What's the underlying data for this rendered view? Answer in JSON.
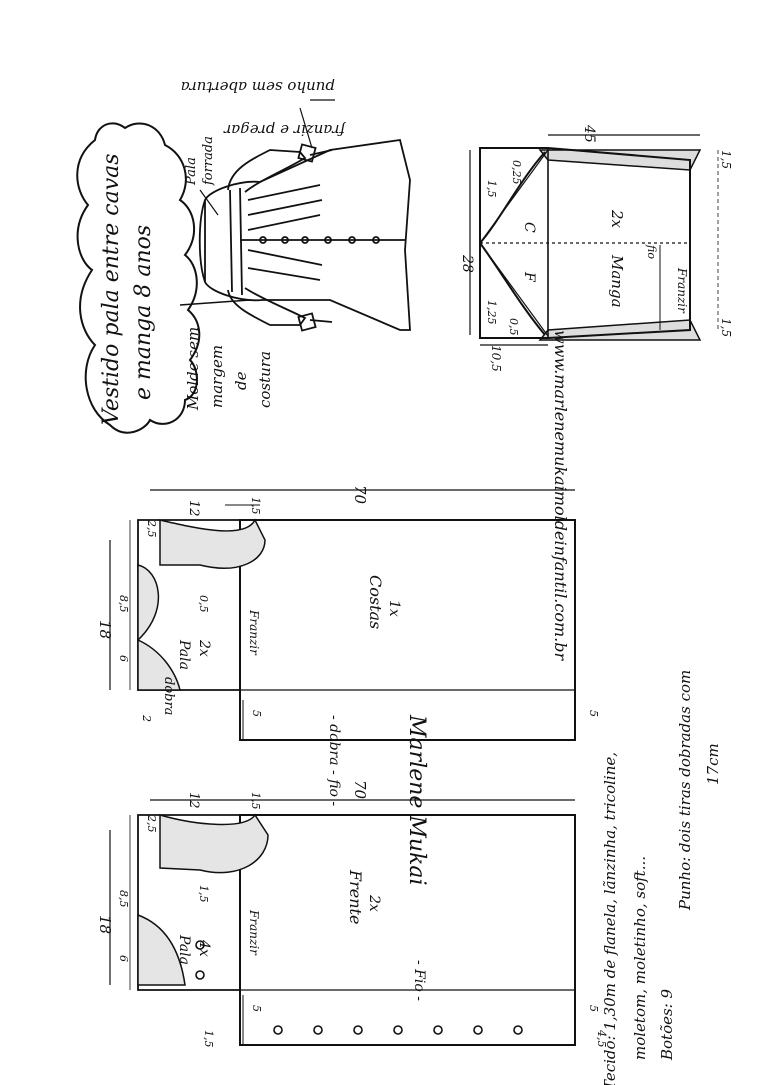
{
  "title": {
    "line1": "Vestido pala entre cavas",
    "line2": "e manga 8 anos"
  },
  "note_no_seam": [
    "Molde sem",
    "margem",
    "de",
    "costura"
  ],
  "website": "www.marlenemukaimoldeinfantil.com.br",
  "illustration_labels": {
    "pala_forrada": [
      "Pala",
      "forrada"
    ],
    "franzir": "franzir e pregar",
    "punho": "punho sem abertura"
  },
  "sleeve_pattern": {
    "dim_top": "45",
    "dim_height": "28",
    "dim_1_5_top": "1,5",
    "dim_1_5_bottom": "1,5",
    "dim_10_5": "10,5",
    "c": "C",
    "f": "F",
    "label": "Manga",
    "qty": "2x",
    "fio": "fio",
    "franzir": "Franzir",
    "m_1_5": "1,5",
    "m_0_25": "0,25",
    "m_1_25": "1,25",
    "m_0_5": "0,5"
  },
  "back_pattern": {
    "dim_length": "70",
    "dim_width": "18",
    "dim_12": "12",
    "dim_1_5": "1,5",
    "dim_2_5": "2,5",
    "dim_8_5": "8,5",
    "dim_6": "6",
    "dim_2": "2",
    "dim_5_left": "5",
    "dim_5_right": "5",
    "dim_0_5": "0,5",
    "pala": "Pala",
    "pala_qty": "2x",
    "dobra": "dobra",
    "franzir": "Franzir",
    "label": "Costas",
    "qty": "1x",
    "dobra_fio": "- dobra - fio -"
  },
  "front_pattern": {
    "dim_length": "70",
    "dim_width": "18",
    "dim_12": "12",
    "dim_1_5": "1,5",
    "dim_2_5": "2,5",
    "dim_8_5": "8,5",
    "dim_6": "6",
    "dim_1_5_b": "1,5",
    "dim_5_left": "5",
    "dim_5_right": "5",
    "dim_4_5": "4,5",
    "dim_1_5_side": "1,5",
    "pala": "Pala",
    "pala_qty": "4x",
    "franzir": "Franzir",
    "label": "Frente",
    "qty": "2x",
    "fio": "- Fio -"
  },
  "signature": "Marlene Mukai",
  "materials": {
    "line1": "Tecido: 1,30m de flanela, lãnzinha, tricoline,",
    "line2": "moletom, moletinho, soft...",
    "line3": "Botões: 9",
    "line4": "Punho: dois tiras dobradas com",
    "line5": "17cm"
  }
}
